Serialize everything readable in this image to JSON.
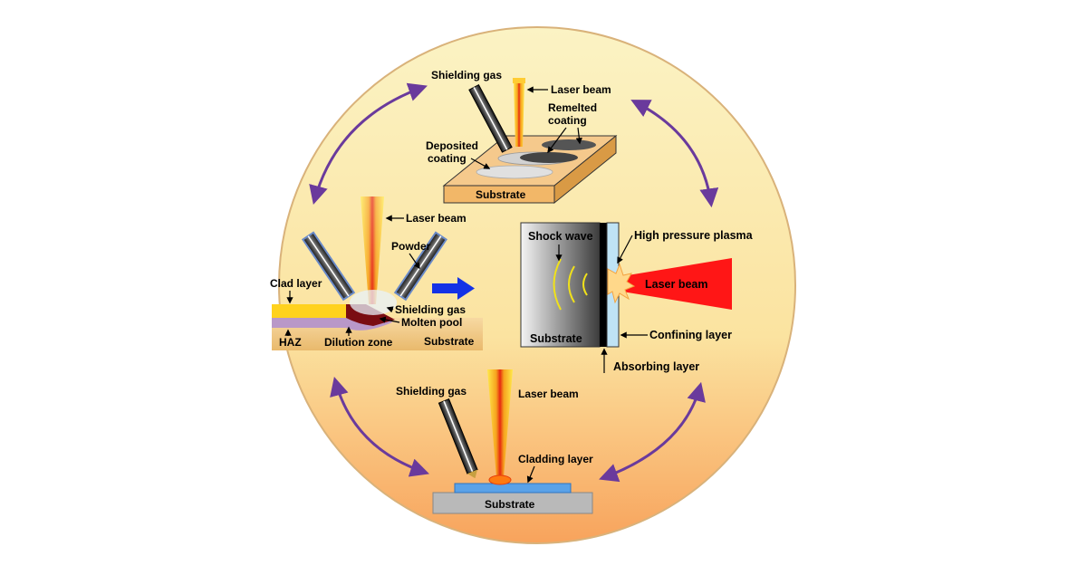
{
  "colors": {
    "circle_top": "#fbf3c4",
    "circle_mid": "#fbe3a0",
    "circle_bottom": "#f8a35c",
    "cycle_arrow": "#6a3a9c",
    "beam_core": "#e62a10",
    "beam_mid": "#f6a21e",
    "beam_outer": "#ffe94a",
    "substrate_tan": "#f2c884",
    "plasma_red": "#ff1616",
    "direction_arrow": "#1432e6"
  },
  "panel_top": {
    "shielding_gas": "Shielding gas",
    "laser_beam": "Laser beam",
    "remelted_1": "Remelted",
    "remelted_2": "coating",
    "deposited_1": "Deposited",
    "deposited_2": "coating",
    "substrate": "Substrate"
  },
  "panel_left": {
    "laser_beam": "Laser beam",
    "powder": "Powder",
    "clad_layer": "Clad layer",
    "shielding_gas": "Shielding gas",
    "molten_pool": "Molten pool",
    "haz": "HAZ",
    "dilution_zone": "Dilution zone",
    "substrate": "Substrate"
  },
  "panel_right": {
    "shock_wave": "Shock wave",
    "high_pressure_plasma": "High pressure plasma",
    "laser_beam": "Laser beam",
    "substrate": "Substrate",
    "confining_layer": "Confining layer",
    "absorbing_layer": "Absorbing layer"
  },
  "panel_bottom": {
    "shielding_gas": "Shielding gas",
    "laser_beam": "Laser beam",
    "cladding_layer": "Cladding layer",
    "substrate": "Substrate"
  }
}
